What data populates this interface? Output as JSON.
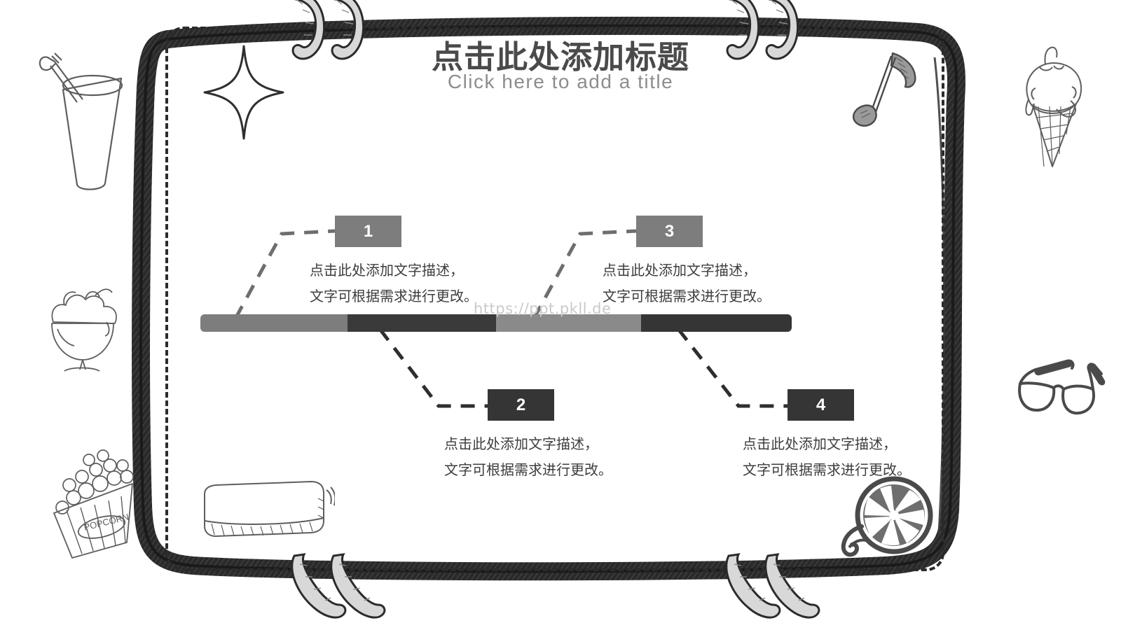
{
  "slide": {
    "title_cn": "点击此处添加标题",
    "title_en": "Click here to add a title",
    "watermark": "https://ppt.pkll.de",
    "background_color": "#ffffff",
    "board_border_color": "#2b2b2b"
  },
  "bar": {
    "segments": [
      {
        "label": "segment-1",
        "color": "#7d7d7d"
      },
      {
        "label": "segment-2",
        "color": "#3a3a3a"
      },
      {
        "label": "segment-3",
        "color": "#8a8a8a"
      },
      {
        "label": "segment-4",
        "color": "#353535"
      }
    ]
  },
  "nodes": [
    {
      "number": "1",
      "color": "#7d7d7d",
      "line1": "点击此处添加文字描述，",
      "line2": "文字可根据需求进行更改。"
    },
    {
      "number": "2",
      "color": "#353535",
      "line1": "点击此处添加文字描述，",
      "line2": "文字可根据需求进行更改。"
    },
    {
      "number": "3",
      "color": "#8a8a8a",
      "line1": "点击此处添加文字描述，",
      "line2": "文字可根据需求进行更改。"
    },
    {
      "number": "4",
      "color": "#353535",
      "line1": "点击此处添加文字描述，",
      "line2": "文字可根据需求进行更改。"
    }
  ],
  "decorations": {
    "popcorn_label": "POPCORN",
    "items": [
      "drink-cup-icon",
      "sundae-icon",
      "popcorn-box-icon",
      "sparkle-icon",
      "eraser-icon",
      "music-note-icon",
      "ice-cream-cone-icon",
      "eyeglasses-icon",
      "film-reel-icon",
      "spiral-binding-icon"
    ]
  }
}
